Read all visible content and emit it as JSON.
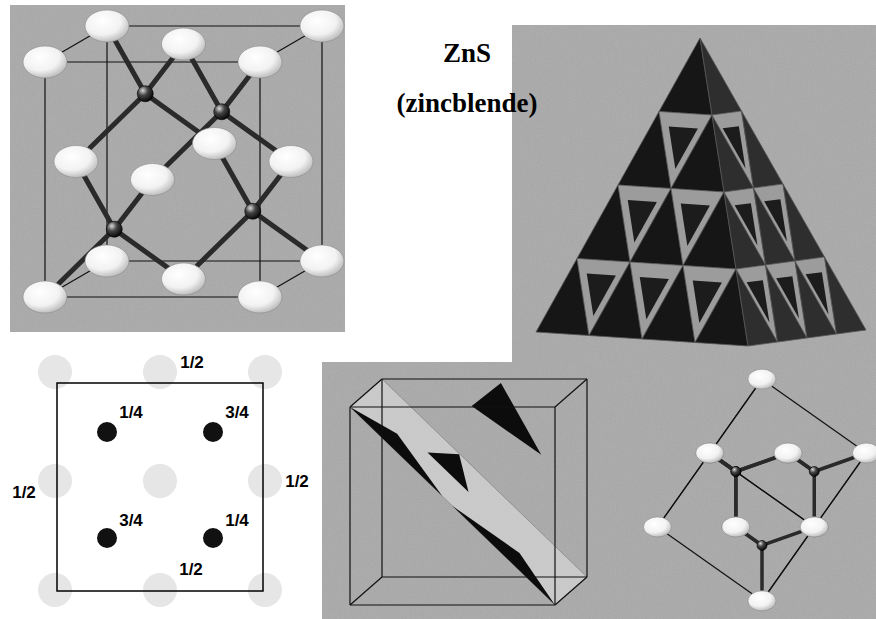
{
  "diagram": {
    "title": "ZnS (zincblende)",
    "labels": [
      "1/2",
      "1/4",
      "3/4",
      "1/2",
      "1/2",
      "3/4",
      "1/4",
      "1/2"
    ]
  }
}
